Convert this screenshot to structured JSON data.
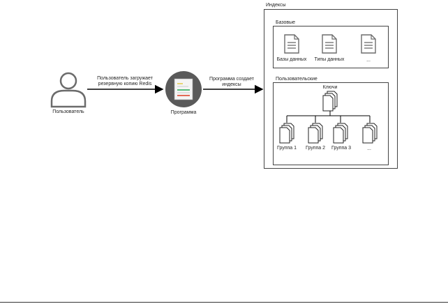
{
  "user": {
    "label": "Пользователь"
  },
  "arrow_user_to_program": {
    "label": "Пользователь загружает резервную копию Redis"
  },
  "program": {
    "label": "Программа"
  },
  "arrow_program_to_indexes": {
    "label": "Программа создает индексы"
  },
  "indexes": {
    "title": "Индексы",
    "basic": {
      "title": "Базовые",
      "items": [
        {
          "label": "Базы данных"
        },
        {
          "label": "Типы данных"
        },
        {
          "label": "..."
        }
      ]
    },
    "user_defined": {
      "title": "Пользовательские",
      "keys_label": "Ключи",
      "groups": [
        {
          "label": "Группа 1"
        },
        {
          "label": "Группа 2"
        },
        {
          "label": "Группа 3"
        },
        {
          "label": "..."
        }
      ]
    }
  },
  "colors": {
    "icon_stroke": "#6b6b6b",
    "program_circle": "#555555",
    "line": "#000000"
  }
}
